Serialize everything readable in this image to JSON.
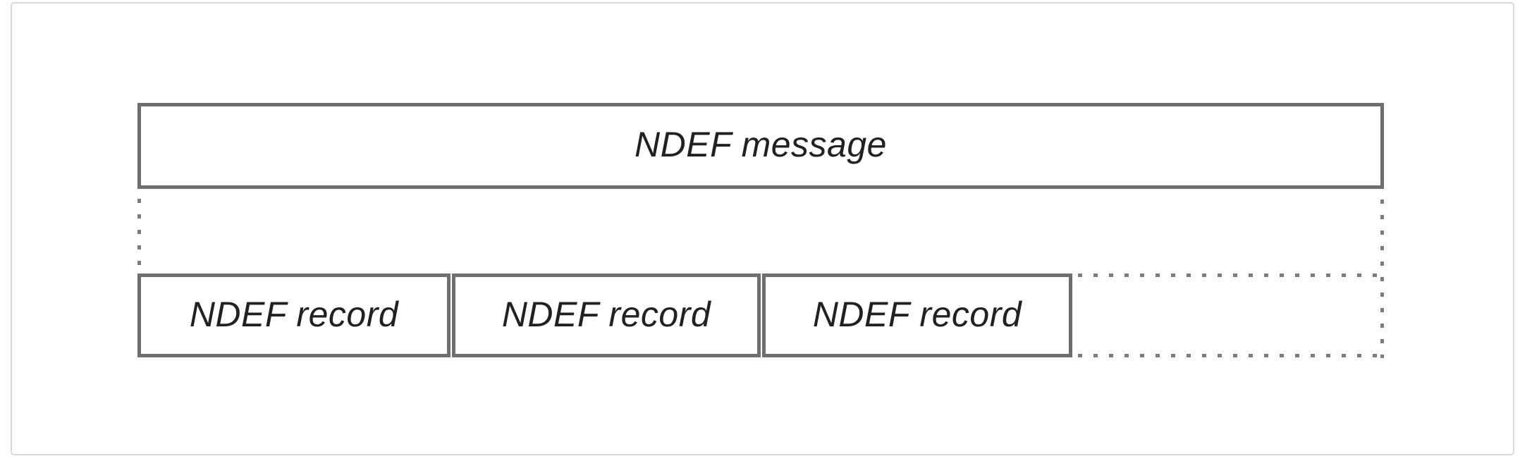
{
  "diagram": {
    "message_box": {
      "label": "NDEF message"
    },
    "record_boxes": [
      {
        "label": "NDEF record"
      },
      {
        "label": "NDEF record"
      },
      {
        "label": "NDEF record"
      }
    ],
    "colors": {
      "background": "#ffffff",
      "card_border": "#d9d9d9",
      "box_border": "#6e6e6e",
      "dot": "#7d7d7d",
      "text": "#202124"
    }
  }
}
